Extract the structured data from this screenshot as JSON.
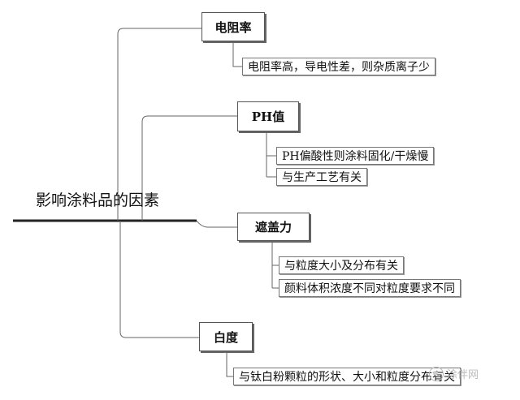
{
  "root": {
    "label": "影响涂料品的因素"
  },
  "topics": [
    {
      "label": "电阻率",
      "items": [
        "电阻率高，导电性差，则杂质离子少"
      ]
    },
    {
      "label": "PH值",
      "items": [
        "PH偏酸性则涂料固化/干燥慢",
        "与生产工艺有关"
      ]
    },
    {
      "label": "遮盖力",
      "items": [
        "与粒度大小及分布有关",
        "颜料体积浓度不同对粒度要求不同"
      ]
    },
    {
      "label": "白度",
      "items": [
        "与钛白粉颗粒的形状、大小和粒度分布有关"
      ]
    }
  ],
  "watermark": {
    "text": "涂伴网",
    "icon": "wechat-logo-icon"
  }
}
